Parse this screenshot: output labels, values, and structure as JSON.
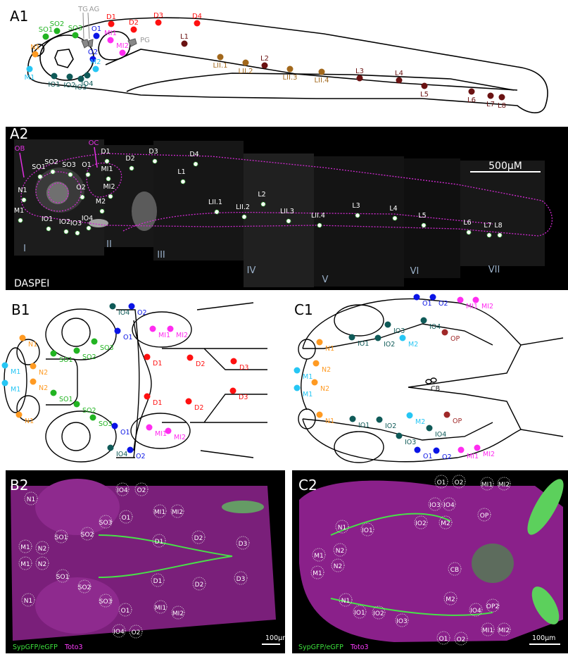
{
  "colors": {
    "D": "#ff1010",
    "SO": "#22b422",
    "O": "#0a14e6",
    "MI": "#ff2cf0",
    "N": "#ff9a22",
    "M": "#26c6f4",
    "IO": "#0f5a58",
    "L": "#6a1212",
    "LII": "#a2681c",
    "OP": "#a02828",
    "G": "#999999",
    "CB": "#222222"
  },
  "panels": {
    "A1": {
      "letter": "A1",
      "labels": [
        "D1",
        "D2",
        "D3",
        "D4",
        "SO1",
        "SO2",
        "SO3",
        "O1",
        "O2",
        "MI1",
        "MI2",
        "N1",
        "M1",
        "M2",
        "IO1",
        "IO2",
        "IO3",
        "IO4",
        "L1",
        "LII.1",
        "LII.2",
        "L2",
        "LII.3",
        "LII.4",
        "L3",
        "L4",
        "L5",
        "L6",
        "L7",
        "L8"
      ],
      "ganglia": [
        "TG",
        "AG",
        "PG"
      ]
    },
    "A2": {
      "letter": "A2",
      "stain": "DASPEI",
      "scale": "500μM",
      "markers": [
        "OB",
        "OC"
      ],
      "labels": [
        "D1",
        "D2",
        "D3",
        "D4",
        "SO1",
        "SO2",
        "SO3",
        "O1",
        "MI1",
        "O2",
        "MI2",
        "N1",
        "M1",
        "M2",
        "IO1",
        "IO2",
        "IO3",
        "IO4",
        "L1",
        "LII.1",
        "LII.2",
        "L2",
        "LII.3",
        "LII.4",
        "L3",
        "L4",
        "L5",
        "L6",
        "L7",
        "L8"
      ],
      "regions": [
        "I",
        "II",
        "III",
        "IV",
        "V",
        "VI",
        "VII"
      ]
    },
    "B1": {
      "letter": "B1",
      "labels": [
        "IO4",
        "O2",
        "O1",
        "MI1",
        "MI2",
        "N1",
        "SO3",
        "SO1",
        "SO2",
        "D1",
        "D2",
        "D3",
        "M1",
        "N2",
        "M1",
        "N2",
        "SO1",
        "SO2",
        "D1",
        "D2",
        "D3",
        "N1",
        "SO3",
        "O1",
        "MI1",
        "MI2",
        "IO4",
        "O2"
      ]
    },
    "C1": {
      "letter": "C1",
      "labels": [
        "O1",
        "O2",
        "MI1",
        "MI2",
        "IO4",
        "IO3",
        "OP",
        "IO1",
        "IO2",
        "M2",
        "N1",
        "N2",
        "M1",
        "N2",
        "CB",
        "M1",
        "N1",
        "IO1",
        "IO2",
        "M2",
        "OP",
        "IO4",
        "IO3",
        "O1",
        "O2",
        "MI1",
        "MI2"
      ]
    },
    "B2": {
      "letter": "B2",
      "legend_green": "SypGFP/eGFP",
      "legend_magenta": "Toto3",
      "scale": "100μm",
      "labels": [
        "IO4",
        "O2",
        "N1",
        "MI1",
        "MI2",
        "O1",
        "SO3",
        "SO1",
        "SO2",
        "D1",
        "D2",
        "M1",
        "N2",
        "D3",
        "M1",
        "N2",
        "SO1",
        "SO2",
        "D1",
        "D2",
        "D3",
        "N1",
        "SO3",
        "O1",
        "MI1",
        "MI2",
        "IO4",
        "O2"
      ]
    },
    "C2": {
      "letter": "C2",
      "legend_green": "SypGFP/eGFP",
      "legend_magenta": "Toto3",
      "scale": "100μm",
      "labels": [
        "O1",
        "O2",
        "MI1",
        "MI2",
        "IO3",
        "IO4",
        "OP",
        "IO2",
        "M2",
        "N1",
        "IO1",
        "M1",
        "N2",
        "N2",
        "M1",
        "CB",
        "M2",
        "OP2",
        "N1",
        "IO1",
        "IO2",
        "IO4",
        "IO3",
        "MI1",
        "MI2",
        "O1",
        "O2"
      ]
    }
  }
}
